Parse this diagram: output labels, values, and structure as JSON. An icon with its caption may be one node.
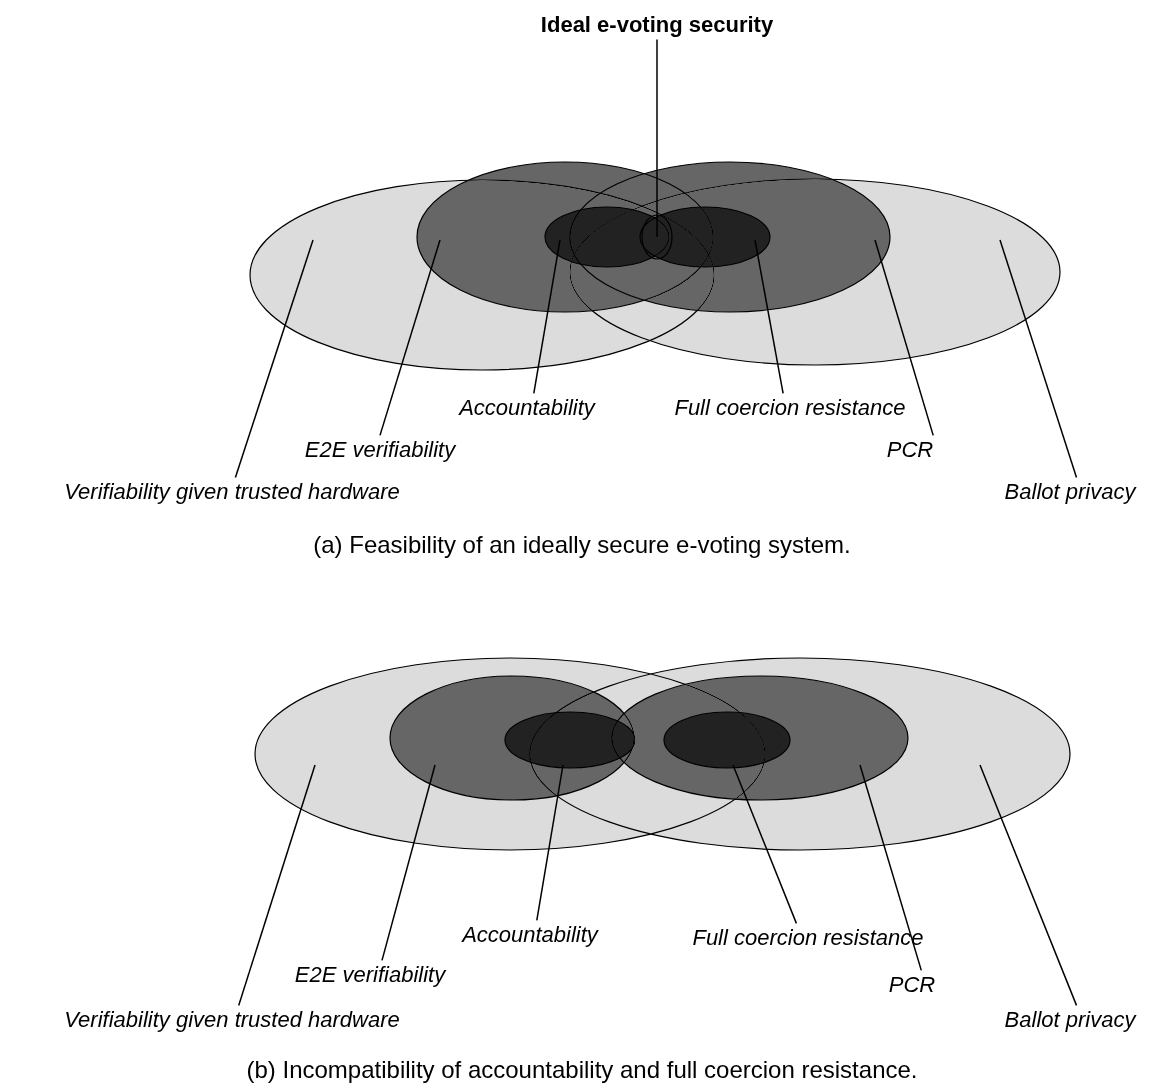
{
  "diagram": {
    "nodes": [
      {
        "text": [
          "Ideal e-voting security"
        ]
      },
      {
        "text": [],
        "shape": "ellipse"
      },
      {
        "text": [],
        "shape": "ellipse"
      },
      {
        "text": [],
        "shape": "ellipse"
      },
      {
        "text": [],
        "shape": "ellipse"
      },
      {
        "text": [],
        "shape": "ellipse",
        "in": 3
      },
      {
        "text": [],
        "shape": "ellipse",
        "in": 4
      },
      {
        "text": [],
        "shape": "ellipse"
      },
      {
        "text": [
          "Accountability"
        ]
      },
      {
        "text": [
          "Full coercion resistance"
        ]
      },
      {
        "text": [
          "E2E verifiability"
        ]
      },
      {
        "text": [
          "PCR"
        ]
      },
      {
        "text": [
          "Verifiability given trusted hardware"
        ]
      },
      {
        "text": [
          "Ballot privacy"
        ]
      },
      {
        "text": [],
        "shape": "ellipse"
      },
      {
        "text": [],
        "shape": "ellipse"
      },
      {
        "text": [],
        "shape": "ellipse",
        "in": 14
      },
      {
        "text": [],
        "shape": "ellipse",
        "in": 15
      },
      {
        "text": [],
        "shape": "ellipse",
        "in": 16
      },
      {
        "text": [],
        "shape": "ellipse",
        "in": 17
      },
      {
        "text": [
          "Accountability"
        ]
      },
      {
        "text": [
          "Full coercion resistance"
        ]
      },
      {
        "text": [
          "E2E verifiability"
        ]
      },
      {
        "text": [
          "PCR"
        ]
      },
      {
        "text": [
          "Verifiability given trusted hardware"
        ]
      },
      {
        "text": [
          "Ballot privacy"
        ]
      }
    ],
    "edges": [
      {
        "from": 0,
        "to": 7,
        "arrow": "none"
      },
      {
        "from": 8,
        "to": 5,
        "arrow": "none"
      },
      {
        "from": 9,
        "to": 6,
        "arrow": "none"
      },
      {
        "from": 10,
        "to": 3,
        "arrow": "none"
      },
      {
        "from": 11,
        "to": 4,
        "arrow": "none"
      },
      {
        "from": 12,
        "to": 1,
        "arrow": "none"
      },
      {
        "from": 13,
        "to": 2,
        "arrow": "none"
      },
      {
        "from": 20,
        "to": 18,
        "arrow": "none"
      },
      {
        "from": 21,
        "to": 19,
        "arrow": "none"
      },
      {
        "from": 22,
        "to": 16,
        "arrow": "none"
      },
      {
        "from": 23,
        "to": 17,
        "arrow": "none"
      },
      {
        "from": 24,
        "to": 14,
        "arrow": "none"
      },
      {
        "from": 25,
        "to": 15,
        "arrow": "none"
      }
    ],
    "labels": [
      "(a) Feasibility of an ideally secure e-voting system.",
      "(b) Incompatibility of accountability and full coercion resistance."
    ]
  }
}
